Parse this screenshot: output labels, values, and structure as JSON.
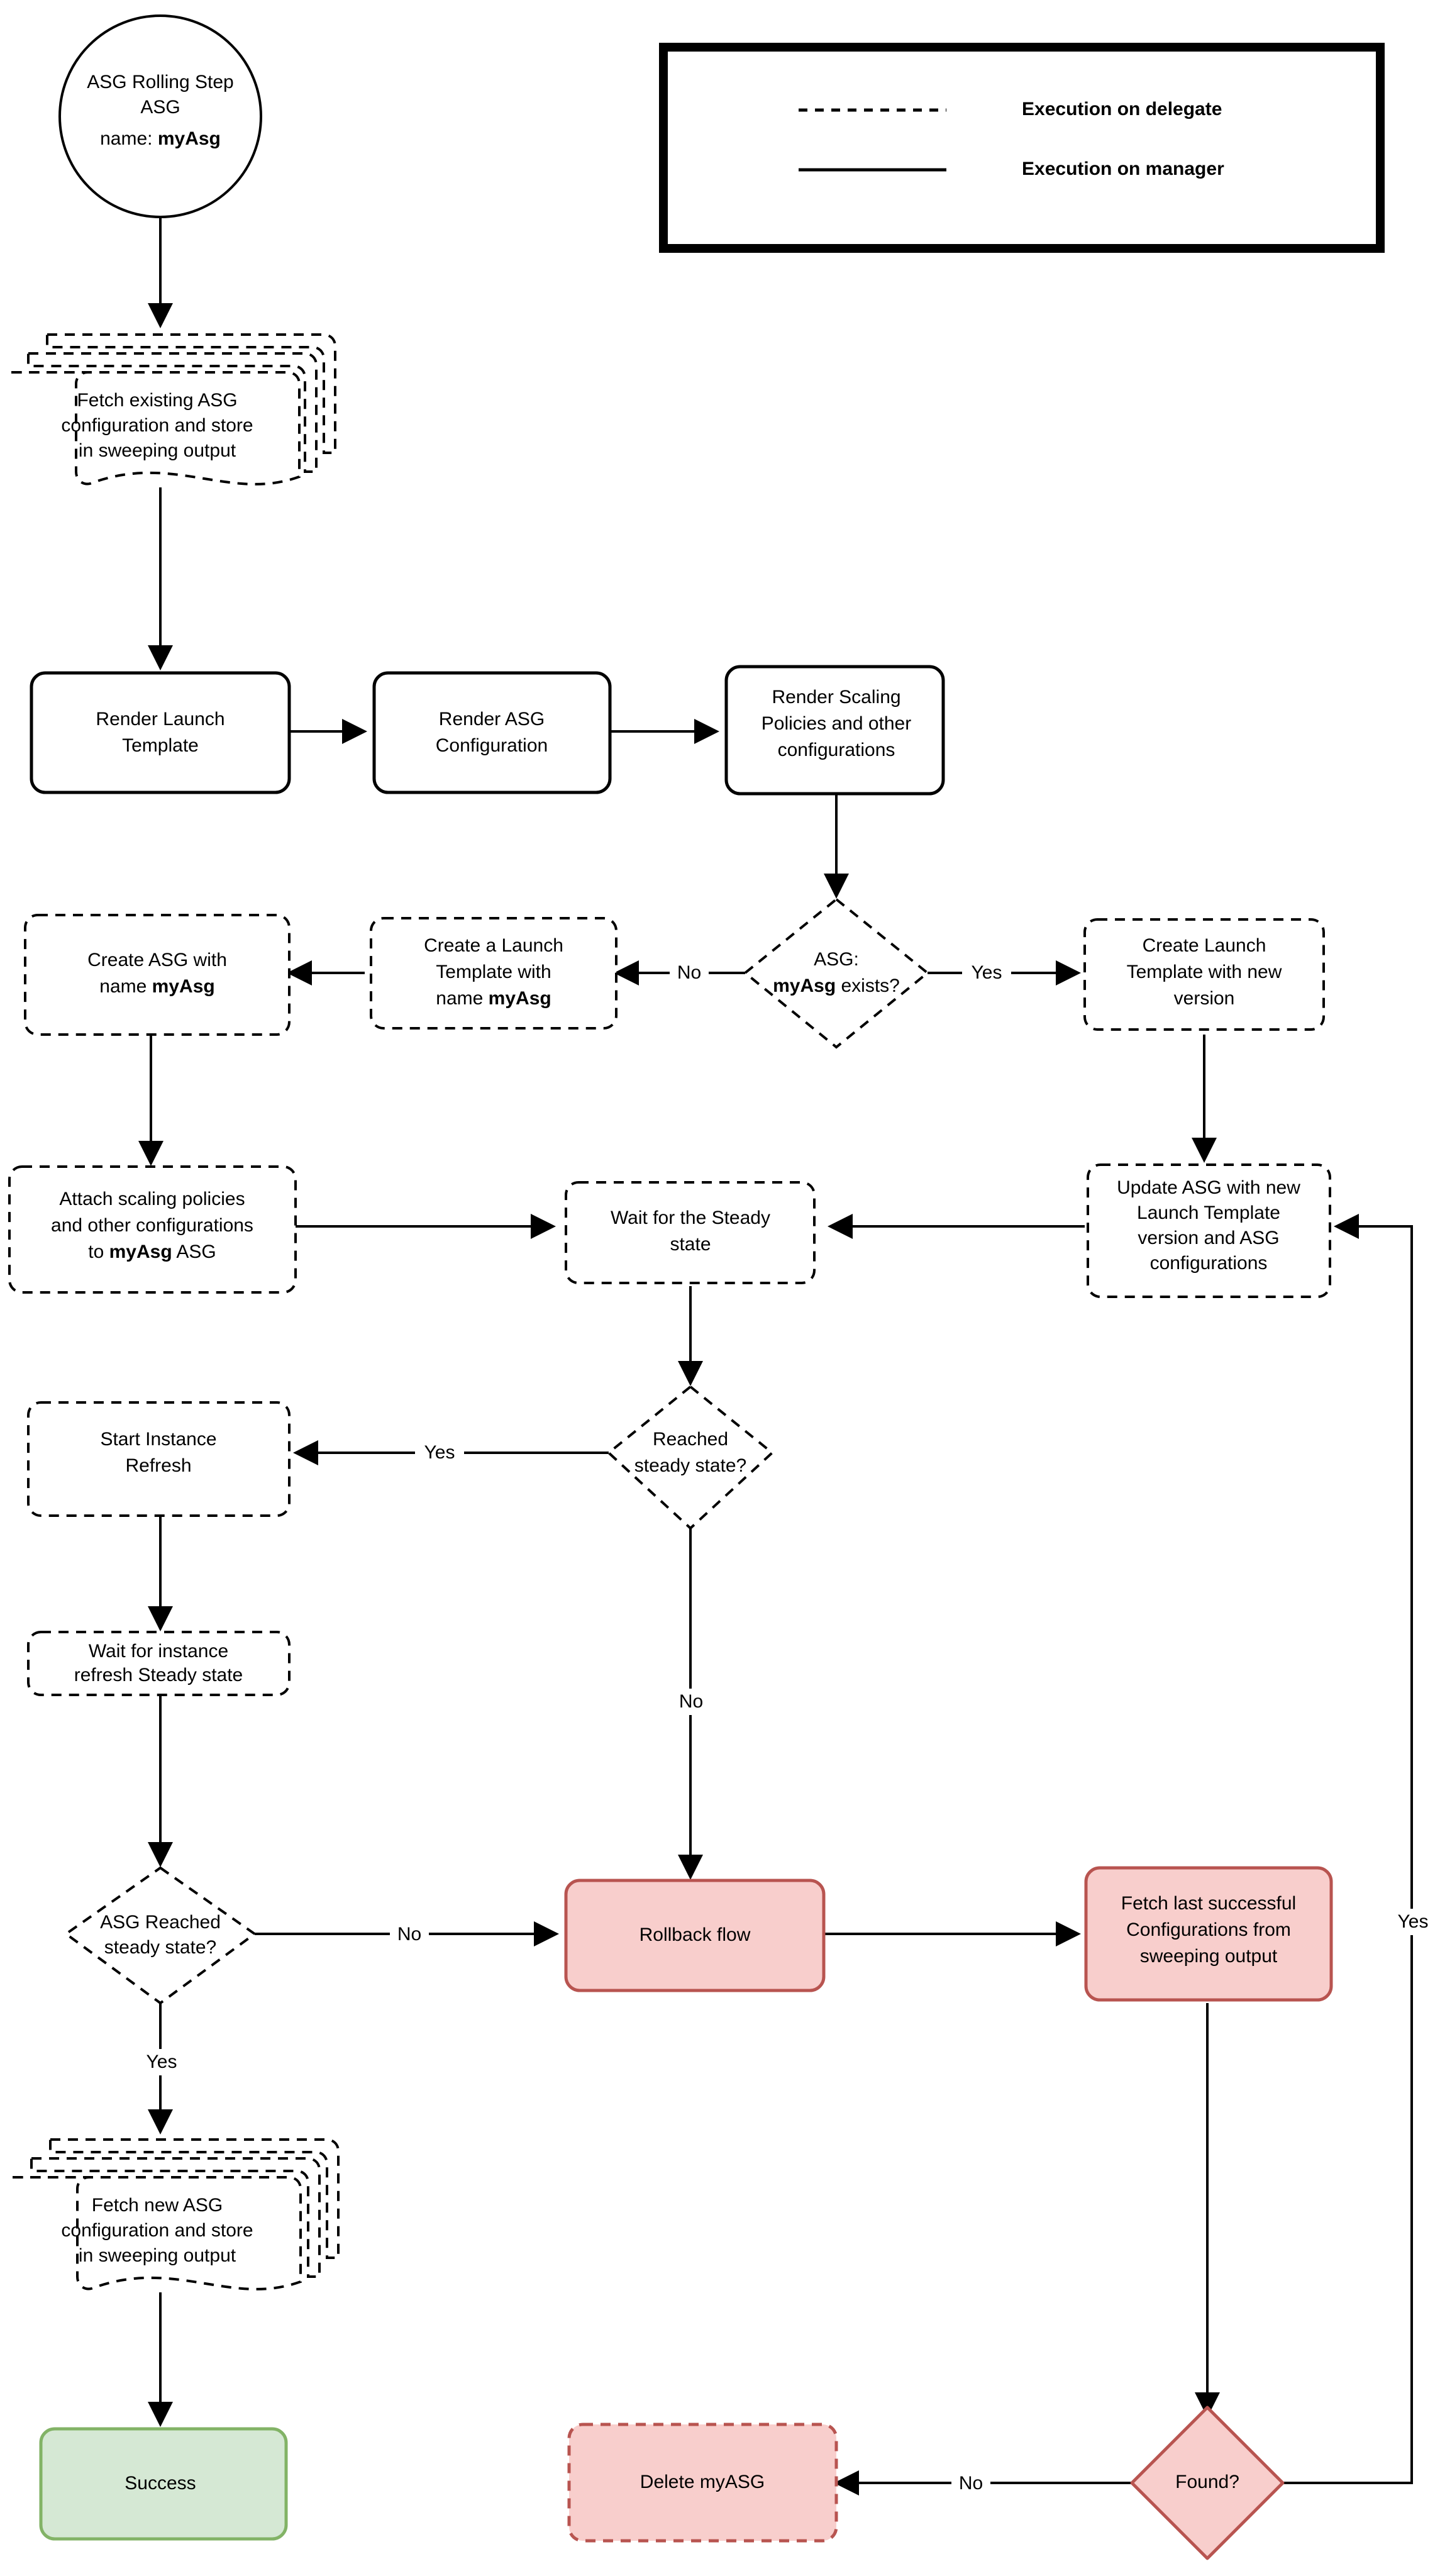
{
  "diagram": {
    "title": "ASG Rolling Step flowchart",
    "colors": {
      "stroke": "#000000",
      "fill_white": "#ffffff",
      "red_fill": "#f8cecc",
      "red_stroke": "#b85450",
      "green_fill": "#d5e8d4",
      "green_stroke": "#82b366"
    }
  },
  "legend": {
    "items": [
      {
        "style": "dashed",
        "label": "Execution on delegate"
      },
      {
        "style": "solid",
        "label": "Execution on manager"
      }
    ]
  },
  "nodes": {
    "start": {
      "line1": "ASG Rolling Step",
      "line2": "ASG",
      "line3_prefix": "name: ",
      "line3_bold": "myAsg"
    },
    "fetch_existing": {
      "line1": "Fetch existing ASG",
      "line2": "configuration and store",
      "line3": "in sweeping output"
    },
    "render_launch_template": {
      "line1": "Render Launch",
      "line2": "Template"
    },
    "render_asg_config": {
      "line1": "Render ASG",
      "line2": "Configuration"
    },
    "render_scaling": {
      "line1": "Render Scaling",
      "line2": "Policies and other",
      "line3": "configurations"
    },
    "asg_exists": {
      "line1": "ASG:",
      "line2_bold": "myAsg",
      "line2_rest": " exists?"
    },
    "create_launch_template_myasg": {
      "line1": "Create a Launch",
      "line2": "Template with",
      "line3_prefix": "name ",
      "line3_bold": "myAsg"
    },
    "create_asg": {
      "line1": "Create ASG with",
      "line2_prefix": "name ",
      "line2_bold": "myAsg"
    },
    "create_launch_template_new_version": {
      "line1": "Create Launch",
      "line2": "Template with new",
      "line3": "version"
    },
    "attach_scaling": {
      "line1": "Attach scaling policies",
      "line2": "and other configurations",
      "line3_prefix": "to ",
      "line3_bold": "myAsg",
      "line3_suffix": " ASG"
    },
    "wait_steady": {
      "line1": "Wait for the Steady",
      "line2": "state"
    },
    "update_asg": {
      "line1": "Update ASG with new",
      "line2": "Launch Template",
      "line3": "version and ASG",
      "line4": "configurations"
    },
    "reached_steady": {
      "line1": "Reached",
      "line2": "steady state?"
    },
    "start_instance_refresh": {
      "line1": "Start Instance",
      "line2": "Refresh"
    },
    "wait_instance_refresh": {
      "line1": "Wait for instance",
      "line2": "refresh Steady state"
    },
    "asg_reached_steady": {
      "line1": "ASG Reached",
      "line2": "steady state?"
    },
    "rollback_flow": {
      "line1": "Rollback flow"
    },
    "fetch_last_successful": {
      "line1": "Fetch last successful",
      "line2": "Configurations from",
      "line3": "sweeping output"
    },
    "fetch_new_asg": {
      "line1": "Fetch new ASG",
      "line2": "configuration and store",
      "line3": "in sweeping output"
    },
    "success": {
      "line1": "Success"
    },
    "found": {
      "line1": "Found?"
    },
    "delete_myasg": {
      "line1": "Delete myASG"
    }
  },
  "edge_labels": {
    "exists_no": "No",
    "exists_yes": "Yes",
    "reached_steady_yes": "Yes",
    "reached_steady_no": "No",
    "asg_reached_no": "No",
    "asg_reached_yes": "Yes",
    "found_no": "No",
    "found_yes": "Yes"
  }
}
